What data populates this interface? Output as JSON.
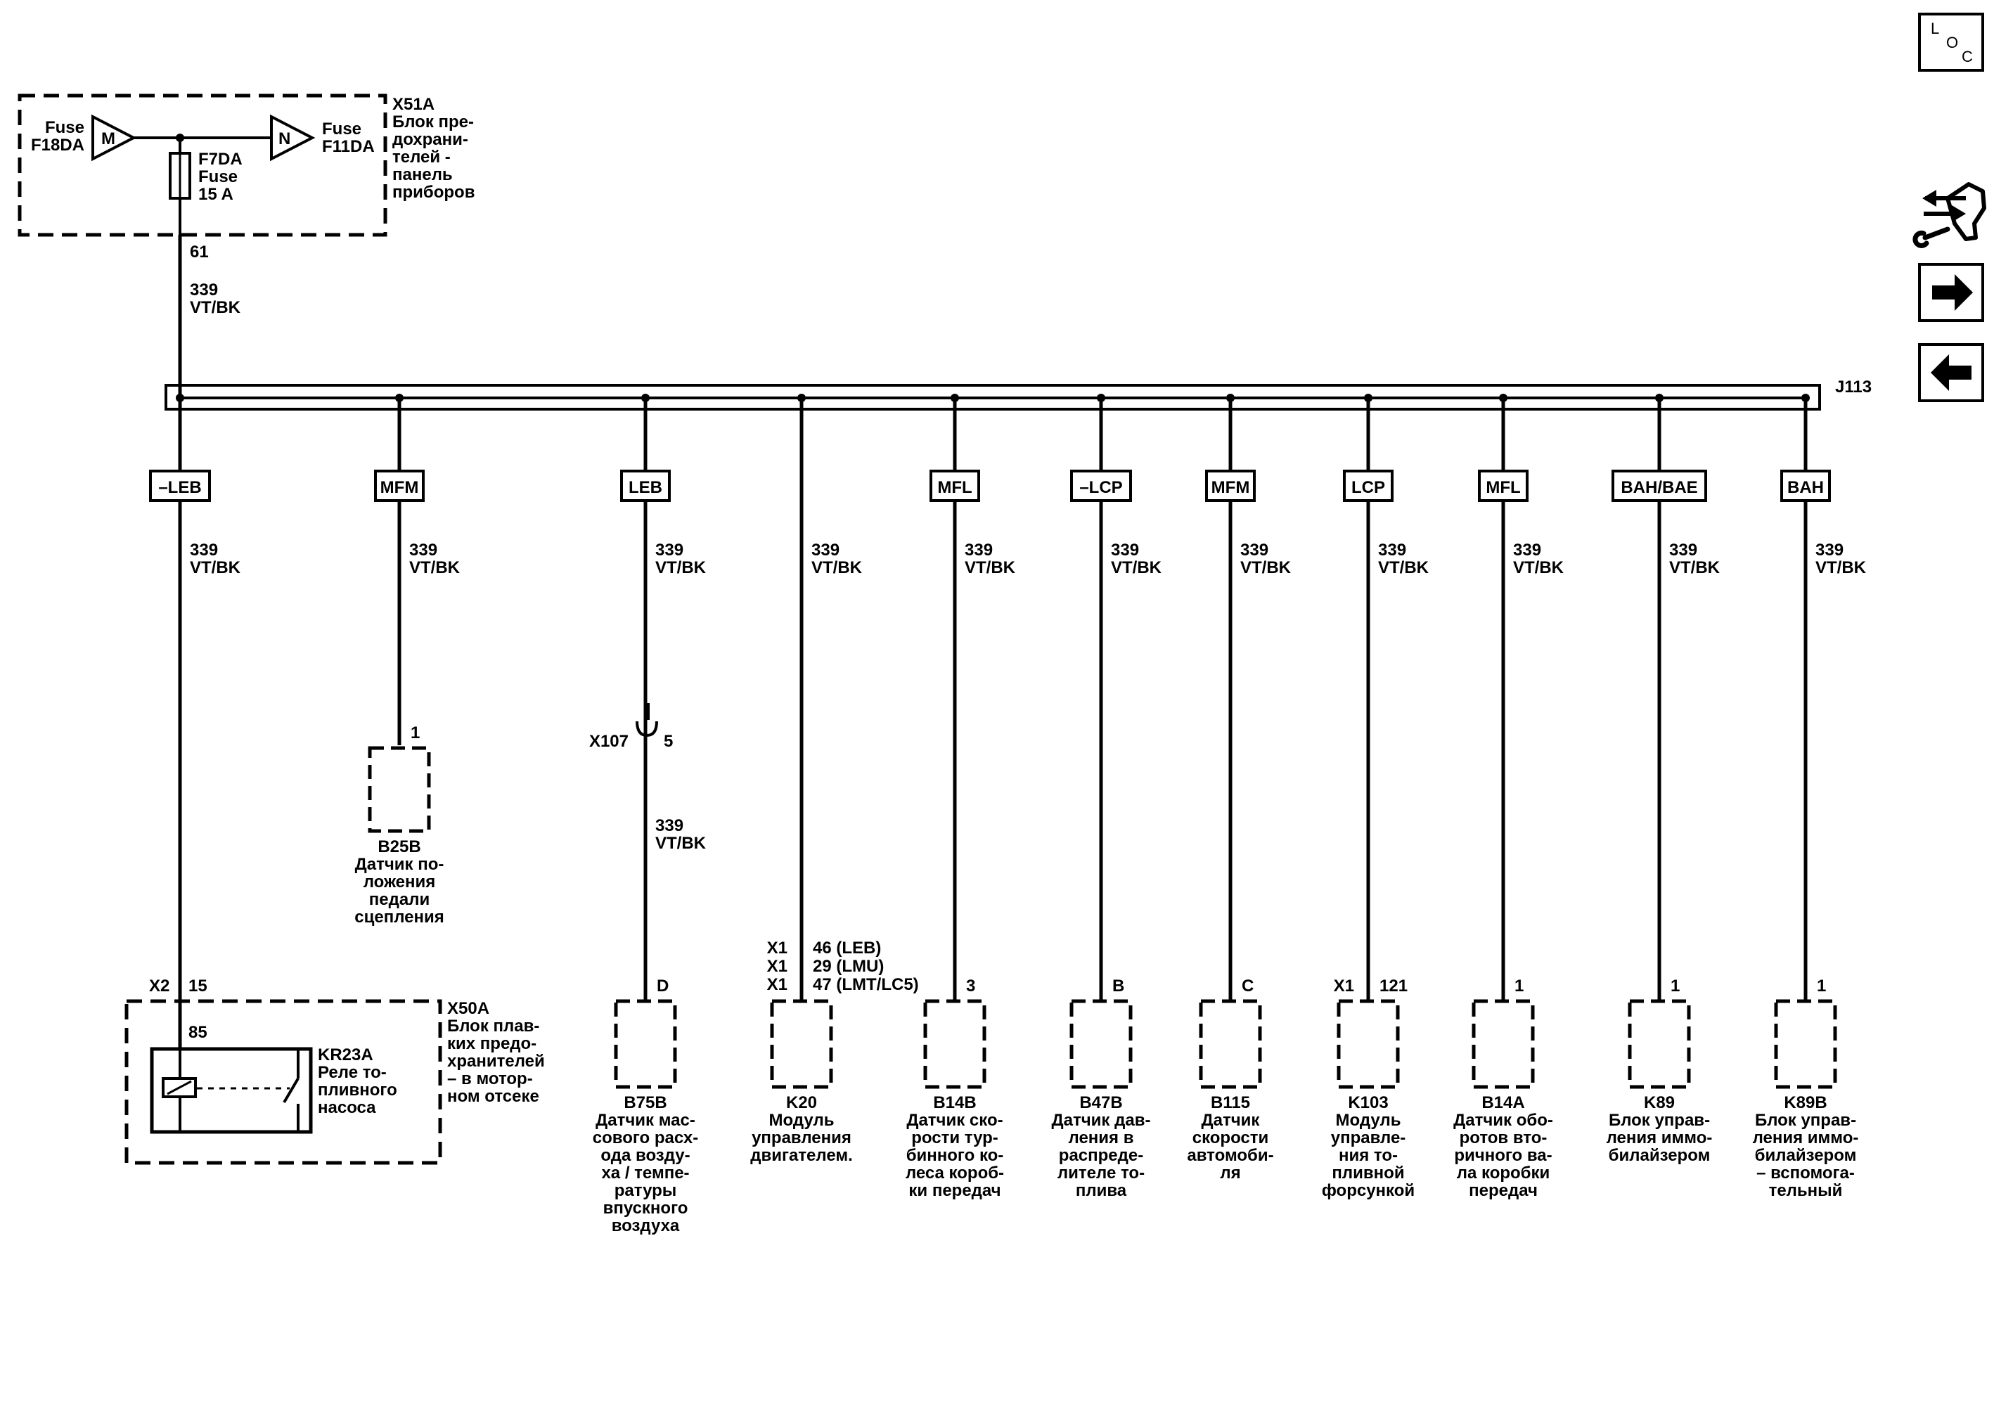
{
  "fuse_block": {
    "ref": "X51A",
    "desc": [
      "Блок пре-",
      "дохрани-",
      "телей -",
      "панель",
      "приборов"
    ],
    "fuse_m": {
      "letter": "M",
      "label": [
        "Fuse",
        "F18DA"
      ]
    },
    "fuse_n": {
      "letter": "N",
      "label": [
        "Fuse",
        "F11DA"
      ]
    },
    "fuse_main": [
      "F7DA",
      "Fuse",
      "15 A"
    ],
    "pin": "61",
    "wire": [
      "339",
      "VT/BK"
    ]
  },
  "splice": {
    "ref": "J113"
  },
  "branches": [
    {
      "tag": "–LEB",
      "wire": [
        "339",
        "VT/BK"
      ]
    },
    {
      "tag": "MFM",
      "wire": [
        "339",
        "VT/BK"
      ]
    },
    {
      "tag": "LEB",
      "wire": [
        "339",
        "VT/BK"
      ]
    },
    {
      "tag": "",
      "wire": [
        "339",
        "VT/BK"
      ]
    },
    {
      "tag": "MFL",
      "wire": [
        "339",
        "VT/BK"
      ]
    },
    {
      "tag": "–LCP",
      "wire": [
        "339",
        "VT/BK"
      ]
    },
    {
      "tag": "MFM",
      "wire": [
        "339",
        "VT/BK"
      ]
    },
    {
      "tag": "LCP",
      "wire": [
        "339",
        "VT/BK"
      ]
    },
    {
      "tag": "MFL",
      "wire": [
        "339",
        "VT/BK"
      ]
    },
    {
      "tag": "BAH/BAE",
      "wire": [
        "339",
        "VT/BK"
      ]
    },
    {
      "tag": "BAH",
      "wire": [
        "339",
        "VT/BK"
      ]
    }
  ],
  "connector_x107": {
    "ref": "X107",
    "pin": "5",
    "wire": [
      "339",
      "VT/BK"
    ]
  },
  "relay_block": {
    "ref": "X50A",
    "desc": [
      "Блок плав-",
      "ких предо-",
      "хранителей",
      "– в мотор-",
      "ном отсеке"
    ],
    "conn": "X2",
    "pin": "15",
    "relay_pin": "85",
    "relay": [
      "KR23A",
      "Реле то-",
      "пливного",
      "насоса"
    ]
  },
  "components": [
    {
      "pin": "1",
      "conn": "",
      "ref": "B25B",
      "desc": [
        "Датчик по-",
        "ложения",
        "педали",
        "сцепления"
      ]
    },
    {
      "pin": "D",
      "conn": "",
      "ref": "B75B",
      "desc": [
        "Датчик мас-",
        "сового расх-",
        "ода возду-",
        "ха / темпе-",
        "ратуры",
        "впускного",
        "воздуха"
      ]
    },
    {
      "pin": "",
      "conn": "",
      "ref": "K20",
      "desc": [
        "Модуль",
        "управления",
        "двигателем."
      ],
      "pins_multi": [
        [
          "X1",
          "46 (LEB)"
        ],
        [
          "X1",
          "29 (LMU)"
        ],
        [
          "X1",
          "47 (LMT/LC5)"
        ]
      ]
    },
    {
      "pin": "3",
      "conn": "",
      "ref": "B14B",
      "desc": [
        "Датчик ско-",
        "рости тур-",
        "бинного ко-",
        "леса короб-",
        "ки передач"
      ]
    },
    {
      "pin": "B",
      "conn": "",
      "ref": "B47B",
      "desc": [
        "Датчик дав-",
        "ления в",
        "распреде-",
        "лителе то-",
        "плива"
      ]
    },
    {
      "pin": "C",
      "conn": "",
      "ref": "B115",
      "desc": [
        "Датчик",
        "скорости",
        "автомоби-",
        "ля"
      ]
    },
    {
      "pin": "121",
      "conn": "X1",
      "ref": "K103",
      "desc": [
        "Модуль",
        "управле-",
        "ния то-",
        "пливной",
        "форсункой"
      ]
    },
    {
      "pin": "1",
      "conn": "",
      "ref": "B14A",
      "desc": [
        "Датчик обо-",
        "ротов вто-",
        "ричного ва-",
        "ла коробки",
        "передач"
      ]
    },
    {
      "pin": "1",
      "conn": "",
      "ref": "K89",
      "desc": [
        "Блок управ-",
        "ления иммо-",
        "билайзером"
      ]
    },
    {
      "pin": "1",
      "conn": "",
      "ref": "K89B",
      "desc": [
        "Блок управ-",
        "ления иммо-",
        "билайзером",
        "– вспомога-",
        "тельный"
      ]
    }
  ],
  "nav": {
    "loc": {
      "l": "L",
      "o": "O",
      "c": "C"
    },
    "icons": [
      "connector-tool-icon",
      "arrow-right-icon",
      "arrow-left-icon"
    ]
  }
}
